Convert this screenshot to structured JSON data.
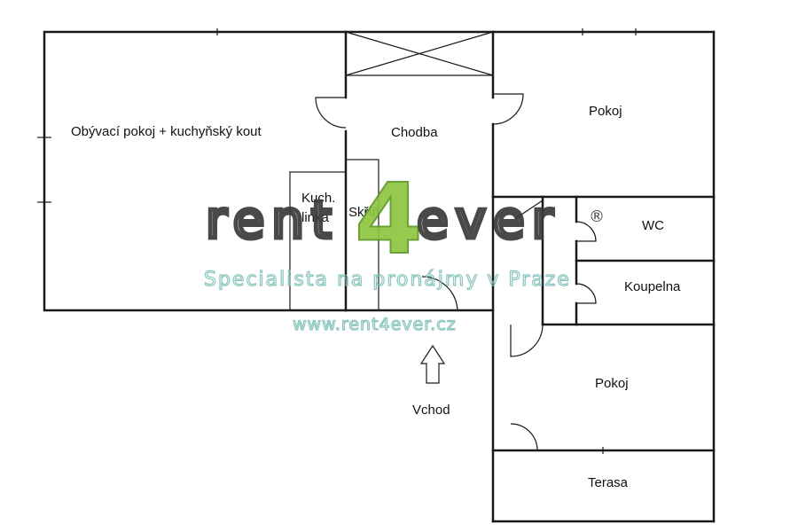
{
  "rooms": {
    "living": "Obývací pokoj + kuchyňský kout",
    "hall": "Chodba",
    "room_top": "Pokoj",
    "wc": "WC",
    "bathroom": "Koupelna",
    "room_bottom": "Pokoj",
    "terrace": "Terasa",
    "kitchen_line1": "Kuch.",
    "kitchen_line2": "linka",
    "wardrobe": "Skříň",
    "entrance": "Vchod"
  },
  "watermark": {
    "brand_left": "rent",
    "brand_digit": "4",
    "brand_right": "ever",
    "registered": "®",
    "tagline": "Specialista na pronájmy v Praze",
    "url": "www.rent4ever.cz"
  },
  "colors": {
    "wall": "#1a1a1a",
    "brand_green": "#8dc63f",
    "brand_teal": "#7fc2b8",
    "brand_gray": "#3a3a3a"
  }
}
